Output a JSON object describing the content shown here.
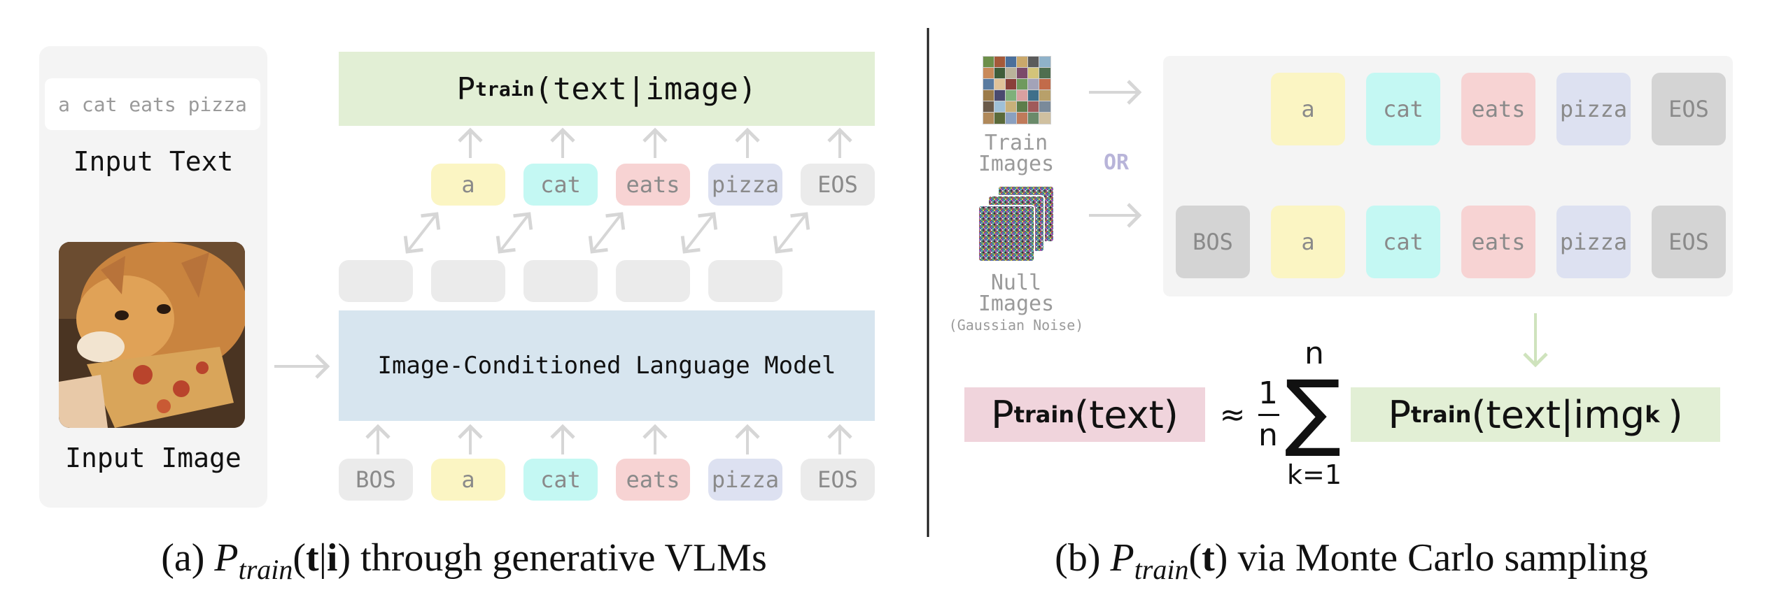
{
  "colors": {
    "yellow": "#fbf5c3",
    "cyan": "#c4f8f3",
    "pink": "#f7d3d3",
    "lavender": "#dde1f1",
    "grey_token": "#ebebeb",
    "dark_grey_token": "#d4d4d4",
    "green_box": "#e2efd5",
    "blue_box": "#d7e5ef",
    "pink_box": "#f0d4dc",
    "panel_bg": "#f4f4f4",
    "arrow": "#d6d6d6",
    "or_purple": "#b8b4d9"
  },
  "icons": [
    "cat-photo-image",
    "train-images-grid-image",
    "null-noise-images-stack"
  ],
  "left_panel": {
    "input_text_value": "a cat eats pizza",
    "input_text_label": "Input Text",
    "input_image_label": "Input Image"
  },
  "left_diagram": {
    "prob_box": {
      "P": "P",
      "sub": "train",
      "arg": "(text|image)"
    },
    "model_label": "Image-Conditioned Language Model",
    "output_tokens": [
      "a",
      "cat",
      "eats",
      "pizza",
      "EOS"
    ],
    "input_tokens": [
      "BOS",
      "a",
      "cat",
      "eats",
      "pizza",
      "EOS"
    ]
  },
  "right_diagram": {
    "train_label_1": "Train",
    "train_label_2": "Images",
    "or_label": "OR",
    "null_label_1": "Null",
    "null_label_2": "Images",
    "null_sublabel": "(Gaussian Noise)",
    "top_tokens": [
      "a",
      "cat",
      "eats",
      "pizza",
      "EOS"
    ],
    "bottom_tokens": [
      "BOS",
      "a",
      "cat",
      "eats",
      "pizza",
      "EOS"
    ]
  },
  "equation": {
    "lhs_P": "P",
    "lhs_sub": "train",
    "lhs_arg": "(text)",
    "approx": "≈",
    "frac_num": "1",
    "frac_den": "n",
    "sum_symbol": "∑",
    "sum_upper": "n",
    "sum_lower": "k=1",
    "rhs_P": "P",
    "rhs_sub": "train",
    "rhs_arg_open": "(text|img",
    "rhs_index": "k",
    "rhs_close": ")"
  },
  "captions": {
    "a_prefix": "(a) ",
    "a_P": "P",
    "a_sub": "train",
    "a_open": "(",
    "a_t": "t",
    "a_bar": "|",
    "a_i": "i",
    "a_close": ")",
    "a_suffix": " through generative VLMs",
    "b_prefix": "(b) ",
    "b_P": "P",
    "b_sub": "train",
    "b_open": "(",
    "b_t": "t",
    "b_close": ")",
    "b_suffix": " via Monte Carlo sampling"
  }
}
